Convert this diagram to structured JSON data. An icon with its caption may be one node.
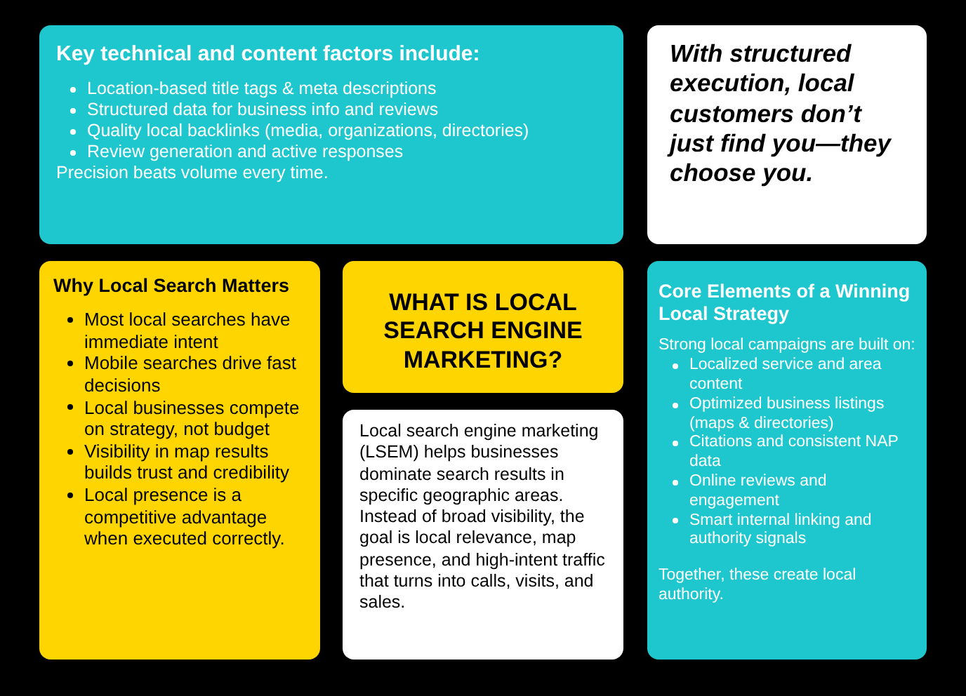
{
  "diagram": {
    "nodes": [
      {
        "text": [
          "Key technical and content factors include:",
          "Location-based title tags & meta descriptions",
          "Structured data for business info and reviews",
          "Quality local backlinks (media, organizations, directories)",
          "Review generation and active responses",
          "Precision beats volume every time."
        ]
      },
      {
        "text": [
          "With structured execution, local customers don’t just find you—they choose you."
        ]
      },
      {
        "text": [
          "Why Local Search Matters",
          "Most local searches have immediate intent",
          "Mobile searches drive fast decisions",
          "Local businesses compete on strategy, not budget",
          "Visibility in map results builds trust and credibility",
          "Local presence is a competitive advantage when executed correctly."
        ]
      },
      {
        "text": [
          "WHAT IS LOCAL SEARCH ENGINE MARKETING?"
        ]
      },
      {
        "text": [
          "Local search engine marketing (LSEM) helps businesses dominate search results in specific geographic areas. Instead of broad visibility, the goal is local relevance, map presence, and high-intent traffic that turns into calls, visits, and sales."
        ]
      },
      {
        "text": [
          "Core Elements of a Winning Local Strategy",
          "Strong local campaigns are built on:",
          "Localized service and area content",
          "Optimized business listings (maps & directories)",
          "Citations and consistent NAP data",
          "Online reviews and engagement",
          "Smart internal linking and authority signals",
          "Together, these create local authority."
        ]
      }
    ]
  }
}
